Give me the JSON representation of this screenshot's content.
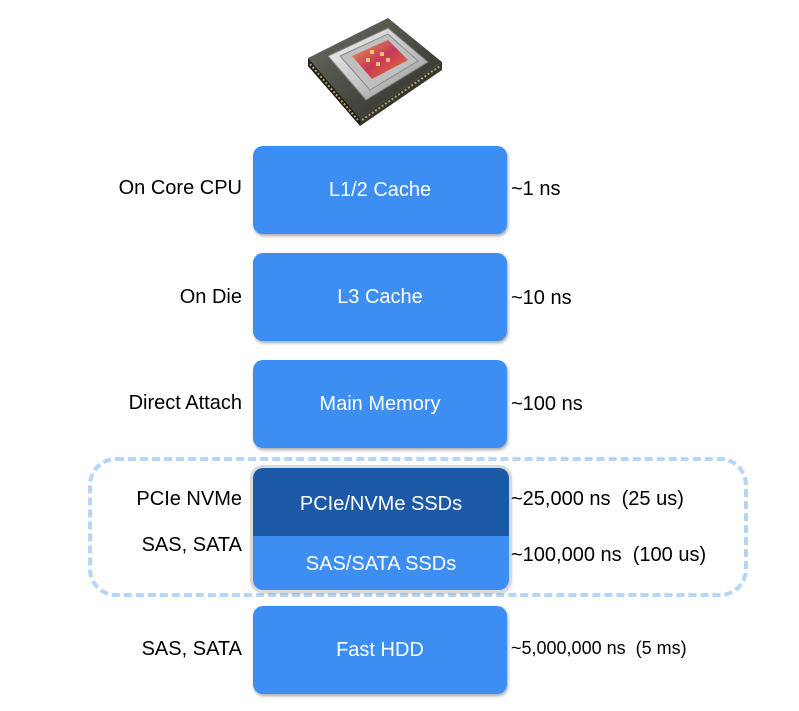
{
  "tiers": [
    {
      "name": "L1/2 Cache",
      "location": "On Core CPU",
      "latency": "~1 ns"
    },
    {
      "name": "L3 Cache",
      "location": "On Die",
      "latency": "~10 ns"
    },
    {
      "name": "Main Memory",
      "location": "Direct Attach",
      "latency": "~100 ns"
    },
    {
      "name": "Fast HDD",
      "location": "SAS, SATA",
      "latency": "~5,000,000 ns  (5 ms)"
    }
  ],
  "ssd_group": {
    "nvme": {
      "name": "PCIe/NVMe SSDs",
      "location": "PCIe NVMe",
      "latency": "~25,000 ns  (25 us)"
    },
    "sata": {
      "name": "SAS/SATA SSDs",
      "location": "SAS, SATA",
      "latency": "~100,000 ns  (100 us)"
    }
  },
  "colors": {
    "box": "#3c8ef3",
    "nvme_box": "#1c5aa8",
    "dashed_border": "#b7d5f5"
  },
  "icons": [
    "cpu-chip-image"
  ]
}
